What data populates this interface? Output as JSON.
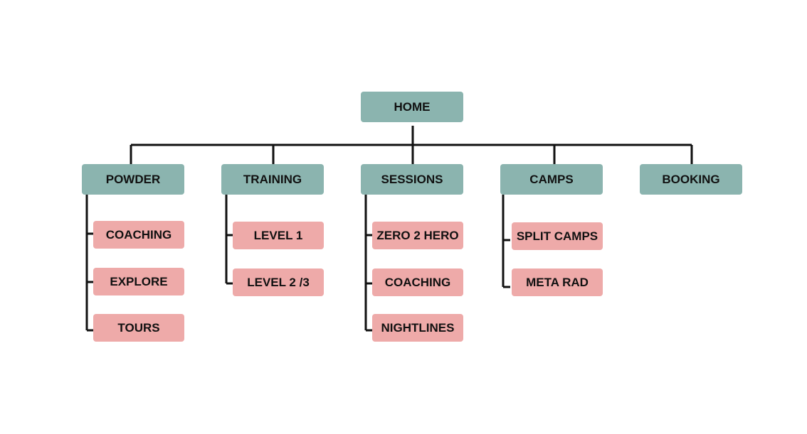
{
  "sitemap": {
    "root": {
      "label": "HOME"
    },
    "sections": [
      {
        "label": "POWDER",
        "children": [
          "COACHING",
          "EXPLORE",
          "TOURS"
        ]
      },
      {
        "label": "TRAINING",
        "children": [
          "LEVEL 1",
          "LEVEL 2 /3"
        ]
      },
      {
        "label": "SESSIONS",
        "children": [
          "ZERO 2 HERO",
          "COACHING",
          "NIGHTLINES"
        ]
      },
      {
        "label": "CAMPS",
        "children": [
          "SPLIT CAMPS",
          "META RAD"
        ]
      },
      {
        "label": "BOOKING",
        "children": []
      }
    ]
  },
  "colors": {
    "primary_node": "#8bb4af",
    "secondary_node": "#eeaaa9",
    "connector": "#111111",
    "text": "#111111",
    "background": "#ffffff"
  }
}
